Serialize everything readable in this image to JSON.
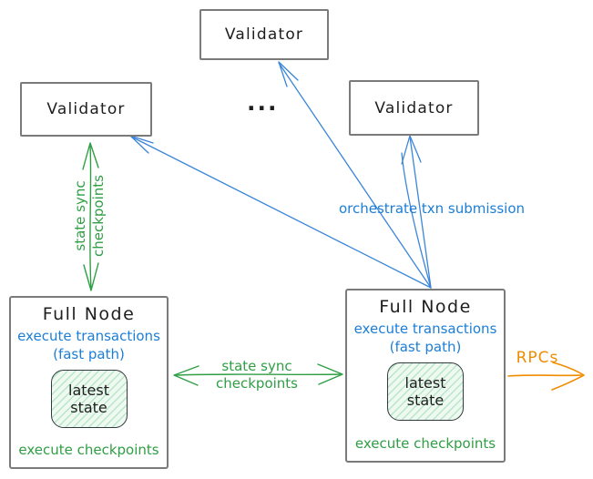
{
  "colors": {
    "green": "#2f9e44",
    "blue": "#1c7ed6",
    "blue-line": "#3b86d8",
    "orange": "#f08c00",
    "box-border": "#7a7a7a",
    "state-border": "#343a40",
    "state-fill": "#eef9f1",
    "state-hatch": "#b9e6c6"
  },
  "validators": {
    "top": "Validator",
    "left": "Validator",
    "right": "Validator",
    "ellipsis": "..."
  },
  "full_nodes": {
    "left": {
      "title": "Full Node",
      "exec_line1": "execute transactions",
      "exec_line2": "(fast path)",
      "state_line1": "latest",
      "state_line2": "state",
      "checkpoints": "execute checkpoints"
    },
    "right": {
      "title": "Full Node",
      "exec_line1": "execute transactions",
      "exec_line2": "(fast path)",
      "state_line1": "latest",
      "state_line2": "state",
      "checkpoints": "execute checkpoints"
    }
  },
  "labels": {
    "left_sync_line1": "state sync",
    "left_sync_line2": "checkpoints",
    "mid_sync_line1": "state sync",
    "mid_sync_line2": "checkpoints",
    "orchestrate": "orchestrate txn submission",
    "rpcs": "RPCs"
  }
}
